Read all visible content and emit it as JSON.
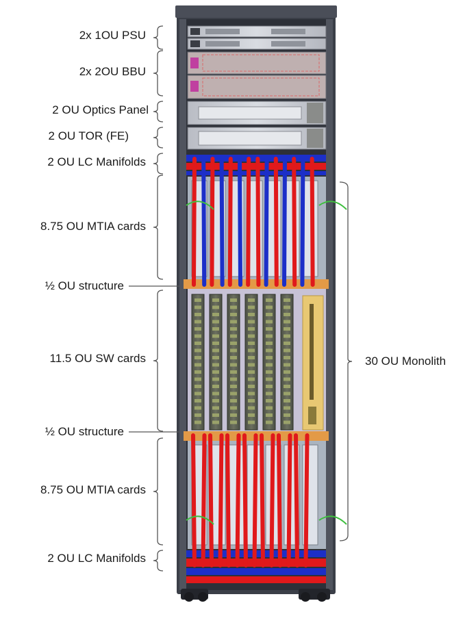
{
  "left_labels": [
    {
      "id": "psu",
      "text": "2x 1OU PSU"
    },
    {
      "id": "bbu",
      "text": "2x 2OU BBU"
    },
    {
      "id": "optics",
      "text": "2 OU Optics Panel"
    },
    {
      "id": "tor",
      "text": "2 OU TOR (FE)"
    },
    {
      "id": "lc-top",
      "text": "2 OU LC Manifolds"
    },
    {
      "id": "mtia-top",
      "text": "8.75 OU MTIA cards"
    },
    {
      "id": "struct-top",
      "text": "½ OU structure"
    },
    {
      "id": "sw",
      "text": "11.5 OU SW cards"
    },
    {
      "id": "struct-bot",
      "text": "½ OU structure"
    },
    {
      "id": "mtia-bot",
      "text": "8.75 OU MTIA cards"
    },
    {
      "id": "lc-bot",
      "text": "2 OU LC Manifolds"
    }
  ],
  "right_label": {
    "text": "30 OU Monolith"
  },
  "colors": {
    "frame": "#3b3f48",
    "hot_pipe": "#e0191b",
    "cold_pipe": "#1c2fc8",
    "orange_band": "#e39a47",
    "sw_card": "#5a5e52",
    "fabric_card": "#e8c873",
    "chassis": "#c9ccd2",
    "label": "#1a1a1a"
  },
  "icons": {
    "brace": "curly-brace-icon"
  }
}
